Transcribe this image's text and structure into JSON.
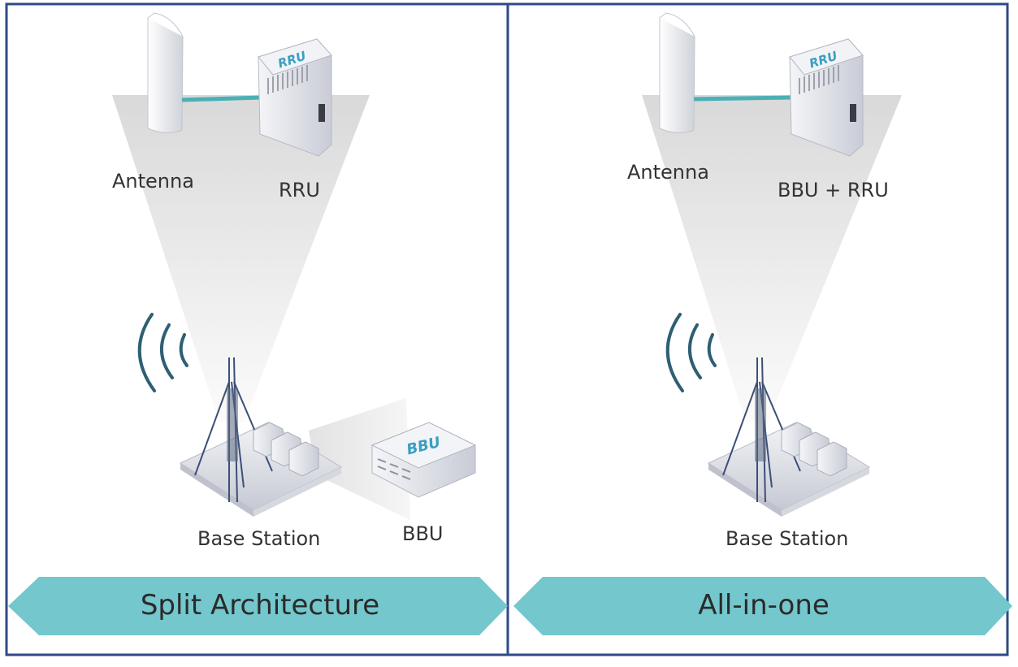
{
  "panels": {
    "left": {
      "antenna_label": "Antenna",
      "unit_label": "RRU",
      "unit_badge": "RRU",
      "base_station_label": "Base Station",
      "bbu_label": "BBU",
      "bbu_badge": "BBU",
      "banner": "Split Architecture"
    },
    "right": {
      "antenna_label": "Antenna",
      "unit_label": "BBU + RRU",
      "unit_badge": "RRU",
      "base_station_label": "Base Station",
      "banner": "All-in-one"
    }
  },
  "colors": {
    "border": "#2e4a87",
    "banner": "#74c7cc",
    "cable": "#4bb0b6",
    "signal_waves": "#2e5f73",
    "badge_text": "#3a9fc0",
    "beam": "#e4e4e4"
  }
}
